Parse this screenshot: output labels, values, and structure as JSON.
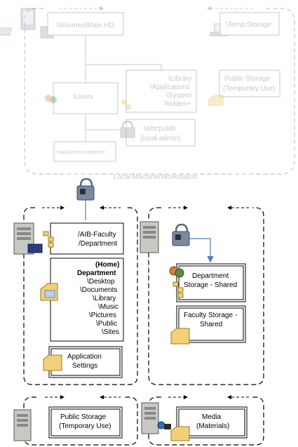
{
  "local_machine": {
    "volumes_main_hd": "\\Volumes\\Main HD",
    "temp_storage": "\\Temp Storage",
    "public_storage_lines": [
      "Public Storage",
      "(Temporary Use)"
    ],
    "users": "\\Users",
    "library_lines": [
      "\\Library",
      "\\Applications",
      "\\System",
      "\\hidden+"
    ],
    "aibcpulab_lines": [
      "\\aibcpulab",
      "(local admin)"
    ],
    "mac_admin": "MacAdminLocalHome",
    "region_label": "Local Machine/Workstation"
  },
  "faculty_server": {
    "aib_faculty_lines": [
      "/AIB-Faculty",
      "/Department"
    ],
    "home_bold_lines": [
      "(Home)",
      "Department"
    ],
    "home_lines": [
      "\\Desktop",
      "\\Documents",
      "\\Library",
      "\\Music",
      "\\Pictures",
      "\\Public",
      "\\Sites"
    ],
    "app_settings_lines": [
      "Application",
      "Settings"
    ]
  },
  "department_server": {
    "dept_storage_lines": [
      "Department",
      "Storage - Shared"
    ],
    "faculty_storage_lines": [
      "Faculty Storage -",
      "Shared"
    ]
  },
  "public_server": {
    "public_storage_lines": [
      "Public Storage",
      "(Temporary Use)"
    ]
  },
  "media_server": {
    "media_lines": [
      "Media",
      "(Materials)"
    ]
  }
}
